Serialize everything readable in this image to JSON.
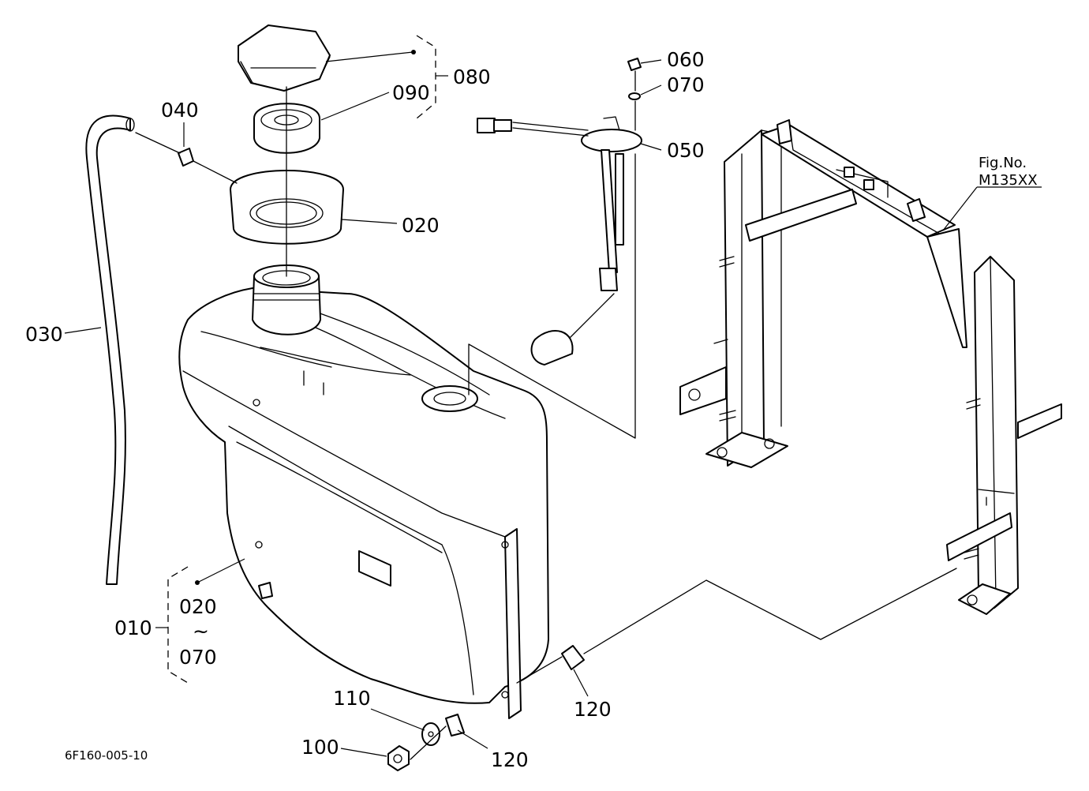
{
  "drawing_code": "6F160-005-10",
  "figure_reference": {
    "line1": "Fig.No.",
    "line2": "M135XX"
  },
  "callouts": {
    "c010": "010",
    "c020": "020",
    "c020_range_start": "020",
    "range_symbol": "~",
    "c070_range_end": "070",
    "c030": "030",
    "c040": "040",
    "c050": "050",
    "c060": "060",
    "c070": "070",
    "c080": "080",
    "c090": "090",
    "c100": "100",
    "c110": "110",
    "c120_upper": "120",
    "c120_lower": "120"
  }
}
